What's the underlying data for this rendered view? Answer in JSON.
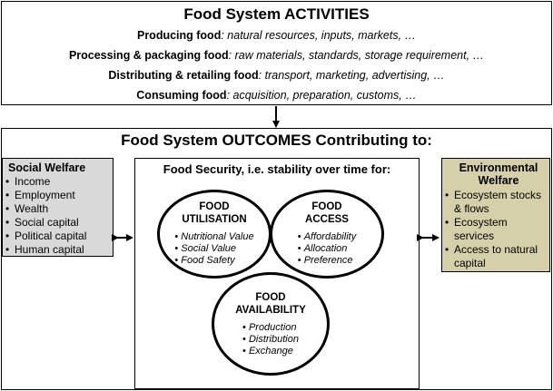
{
  "activities": {
    "title": "Food System ACTIVITIES",
    "rows": [
      {
        "label": "Producing food",
        "detail": ": natural resources, inputs, markets, …"
      },
      {
        "label": "Processing & packaging food",
        "detail": ": raw materials, standards, storage requirement, …"
      },
      {
        "label": "Distributing & retailing food",
        "detail": ": transport, marketing, advertising, …"
      },
      {
        "label": "Consuming food",
        "detail": ": acquisition, preparation, customs, …"
      }
    ]
  },
  "outcomes": {
    "title": "Food System OUTCOMES Contributing to:",
    "social_welfare": {
      "title": "Social Welfare",
      "items": [
        "Income",
        "Employment",
        "Wealth",
        "Social capital",
        "Political capital",
        "Human capital"
      ]
    },
    "environmental_welfare": {
      "title": "Environmental Welfare",
      "items": [
        "Ecosystem stocks & flows",
        "Ecosystem services",
        "Access to natural capital"
      ]
    },
    "food_security": {
      "title": "Food Security, i.e. stability over time for:",
      "utilisation": {
        "title_line1": "FOOD",
        "title_line2": "UTILISATION",
        "items": [
          "Nutritional Value",
          "Social Value",
          "Food Safety"
        ]
      },
      "access": {
        "title_line1": "FOOD",
        "title_line2": "ACCESS",
        "items": [
          "Affordability",
          "Allocation",
          "Preference"
        ]
      },
      "availability": {
        "title_line1": "FOOD",
        "title_line2": "AVAILABILITY",
        "items": [
          "Production",
          "Distribution",
          "Exchange"
        ]
      }
    }
  },
  "colors": {
    "social_panel": "#d9d9d9",
    "environment_panel": "#d6d0aa",
    "border": "#000000"
  }
}
